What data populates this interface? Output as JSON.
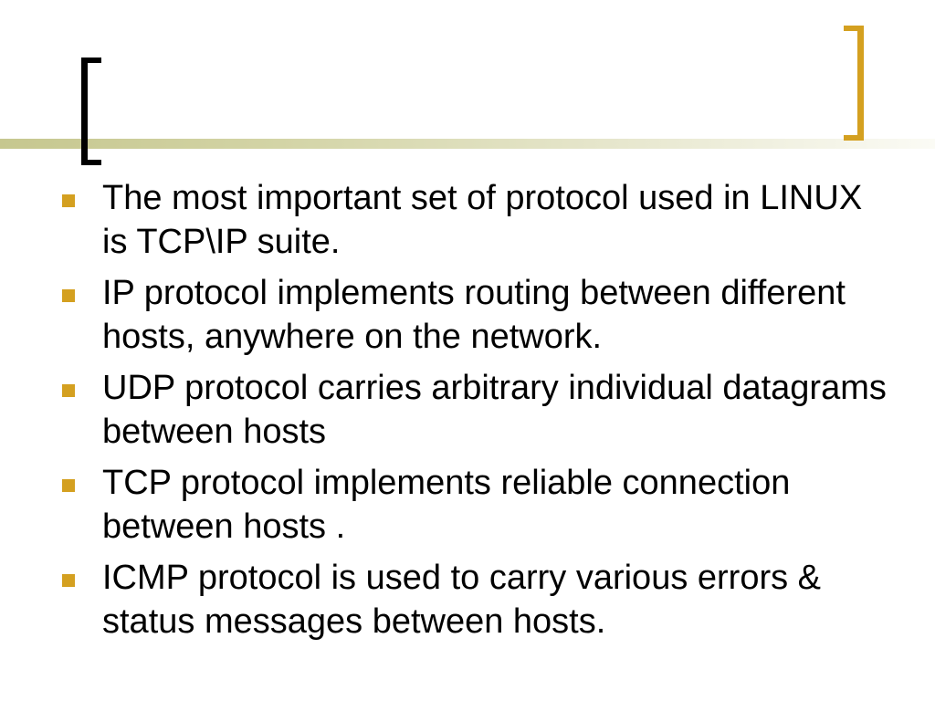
{
  "slide": {
    "title": "",
    "bullets": [
      "The most important set of protocol used in LINUX is TCP\\IP suite.",
      "IP protocol implements routing between different hosts, anywhere on the network.",
      "UDP protocol carries arbitrary individual datagrams between hosts",
      "TCP protocol implements reliable connection between hosts .",
      "ICMP protocol is used to carry various errors & status messages between hosts."
    ]
  },
  "colors": {
    "accent_gold": "#d4a020",
    "rule_olive": "#c6c78f",
    "text": "#000000",
    "background": "#ffffff"
  }
}
